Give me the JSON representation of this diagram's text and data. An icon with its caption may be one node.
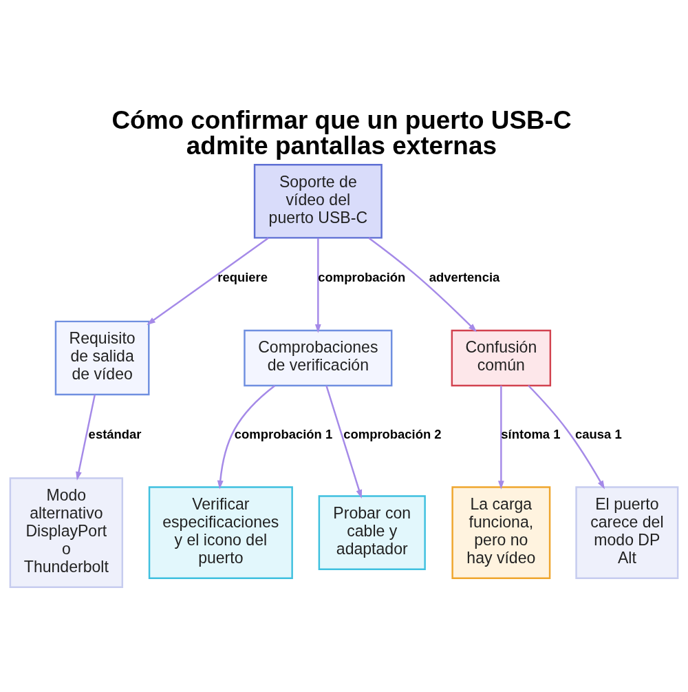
{
  "diagram": {
    "title": "Cómo confirmar que un puerto USB-C admite pantallas externas",
    "nodes": [
      {
        "text": [
          "Soporte de vídeo del puerto USB-C"
        ]
      },
      {
        "text": [
          "Requisito de salida de vídeo"
        ]
      },
      {
        "text": [
          "Comprobaciones de verificación"
        ]
      },
      {
        "text": [
          "Confusión común"
        ]
      },
      {
        "text": [
          "Modo alternativo DisplayPort o Thunderbolt"
        ]
      },
      {
        "text": [
          "Verificar especificaciones y el icono del puerto"
        ]
      },
      {
        "text": [
          "Probar con cable y adaptador"
        ]
      },
      {
        "text": [
          "La carga funciona, pero no hay vídeo"
        ]
      },
      {
        "text": [
          "El puerto carece del modo DP Alt"
        ]
      }
    ],
    "edges": [
      {
        "from": 0,
        "to": 1,
        "arrow": "to",
        "label": "requiere"
      },
      {
        "from": 0,
        "to": 2,
        "arrow": "to",
        "label": "comprobación"
      },
      {
        "from": 0,
        "to": 3,
        "arrow": "to",
        "label": "advertencia"
      },
      {
        "from": 1,
        "to": 4,
        "arrow": "to",
        "label": "estándar"
      },
      {
        "from": 2,
        "to": 5,
        "arrow": "to",
        "label": "comprobación 1"
      },
      {
        "from": 2,
        "to": 6,
        "arrow": "to",
        "label": "comprobación 2"
      },
      {
        "from": 3,
        "to": 7,
        "arrow": "to",
        "label": "síntoma 1"
      },
      {
        "from": 3,
        "to": 8,
        "arrow": "to",
        "label": "causa 1"
      }
    ]
  }
}
